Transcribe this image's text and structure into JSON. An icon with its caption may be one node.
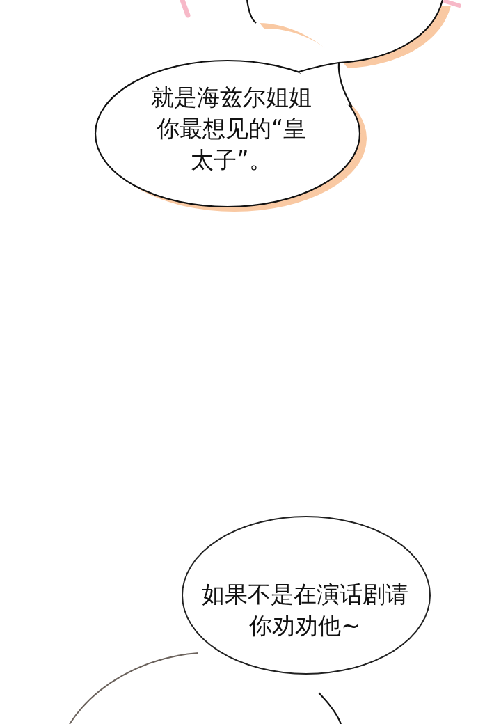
{
  "diagram": {
    "nodes": [
      {
        "text": [],
        "shape": "bubble"
      },
      {
        "text": [
          "就是海兹尔姐姐你最想见的“皇太子”。"
        ]
      },
      {
        "text": [
          "如果不是在演话剧请你劝劝他~"
        ]
      },
      {
        "text": [],
        "shape": "bubble"
      }
    ]
  }
}
